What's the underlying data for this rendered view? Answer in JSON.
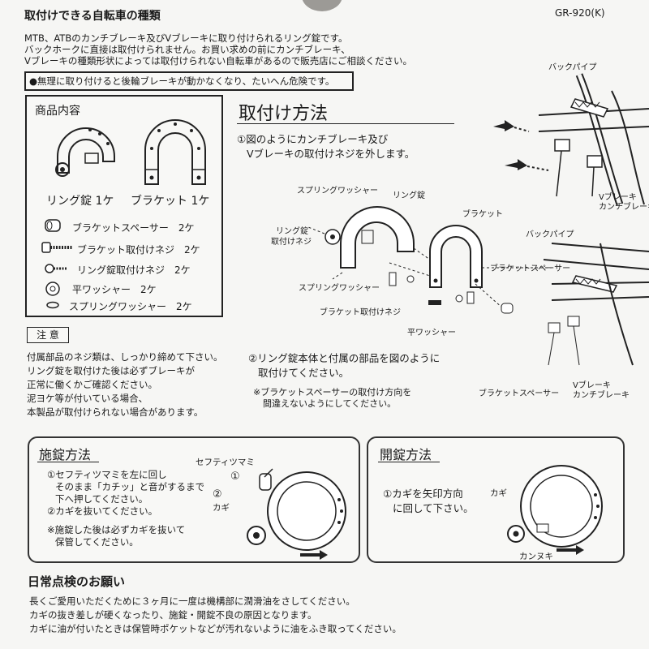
{
  "header": {
    "title": "取付けできる自転車の種類",
    "model": "GR-920(K)",
    "intro": [
      "MTB、ATBのカンチブレーキ及びVブレーキに取り付けられるリング錠です。",
      "バックホークに直接は取付けられません。お買い求めの前にカンチブレーキ、",
      "Vブレーキの種類形状によっては取付けられない自転車があるので販売店にご相談ください。"
    ],
    "warning": "●無理に取り付けると後輪ブレーキが動かなくなり、たいへん危険です。"
  },
  "contents": {
    "title": "商品内容",
    "lock": "リング錠 1ケ",
    "bracket": "ブラケット 1ケ",
    "items": [
      "ブラケットスペーサー　2ケ",
      "ブラケット取付けネジ　2ケ",
      "リング錠取付けネジ　2ケ",
      "平ワッシャー　2ケ",
      "スプリングワッシャー　2ケ"
    ]
  },
  "caution": {
    "title": "注 意",
    "lines": [
      "付属部品のネジ類は、しっかり締めて下さい。",
      "リング錠を取付けた後は必ずブレーキが",
      "正常に働くかご確認ください。",
      "泥ヨケ等が付いている場合、",
      "本製品が取付けられない場合があります。"
    ]
  },
  "install": {
    "title": "取付け方法",
    "step1": [
      "①図のようにカンチブレーキ及び",
      "Vブレーキの取付けネジを外します。"
    ],
    "step2": [
      "②リング錠本体と付属の部品を図のように",
      "取付けてください。"
    ],
    "note": [
      "※ブラケットスペーサーの取付け方向を",
      "間違えないようにしてください。"
    ],
    "labels": {
      "back_pipe": "バックパイプ",
      "v_brake": "Vブレーキ",
      "cantilever": "カンチブレーキ",
      "spring_washer": "スプリングワッシャー",
      "ring_lock": "リング錠",
      "ring_lock_screw_1": "リング錠",
      "ring_lock_screw_2": "取付けネジ",
      "bracket": "ブラケット",
      "bracket_spacer": "ブラケットスペーサー",
      "bracket_screw": "ブラケット取付けネジ",
      "flat_washer": "平ワッシャー",
      "v_brake_2": "Vブレーキ",
      "cantilever_2": "カンチブレーキ"
    }
  },
  "locking": {
    "title": "施錠方法",
    "lines": [
      "①セフティツマミを左に回し",
      "そのまま「カチッ」と音がするまで",
      "下へ押してください。",
      "②カギを抜いてください。"
    ],
    "note": [
      "※施錠した後は必ずカギを抜いて",
      "保管してください。"
    ],
    "labels": {
      "knob": "セフティツマミ",
      "key": "カギ",
      "n1": "①",
      "n2": "②"
    }
  },
  "unlocking": {
    "title": "開錠方法",
    "lines": [
      "①カギを矢印方向",
      "に回して下さい。"
    ],
    "labels": {
      "key": "カギ",
      "latch": "カンヌキ"
    }
  },
  "daily": {
    "title": "日常点検のお願い",
    "lines": [
      "長くご愛用いただくために３ヶ月に一度は機構部に潤滑油をさしてください。",
      "カギの抜き差しが硬くなったり、施錠・開錠不良の原因となります。",
      "カギに油が付いたときは保管時ポケットなどが汚れないように油をふき取ってください。"
    ]
  }
}
